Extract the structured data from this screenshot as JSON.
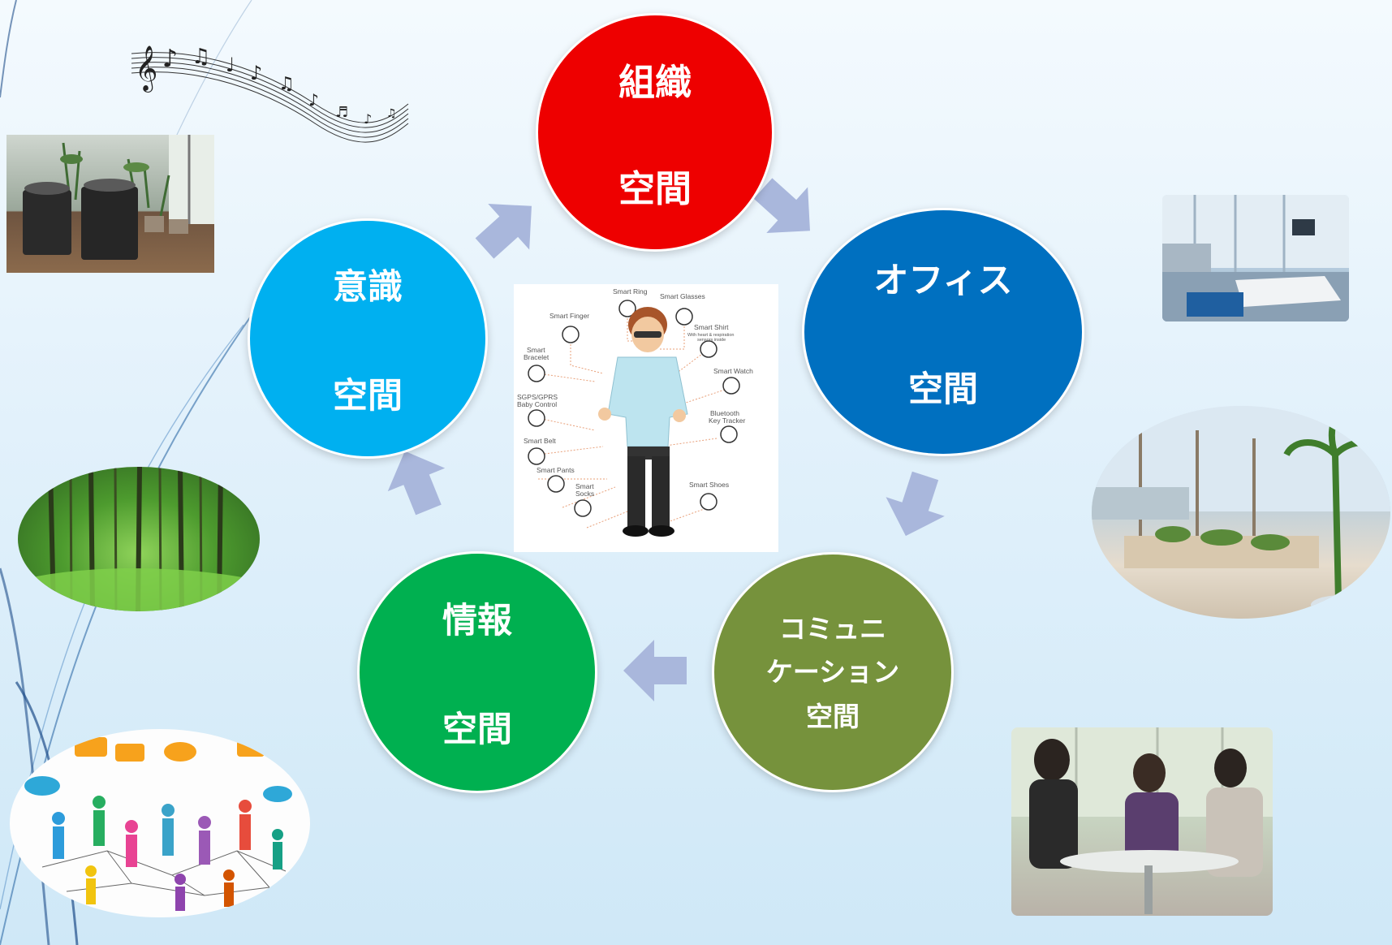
{
  "colors": {
    "organization": "#ee0000",
    "office": "#0070c0",
    "communication": "#76923c",
    "information": "#00b050",
    "consciousness": "#00b0f0",
    "arrow": "#a9b7dc",
    "background": "#e2f1fb"
  },
  "nodes": [
    {
      "id": "organization",
      "line1": "組織",
      "line2": "空間"
    },
    {
      "id": "office",
      "line1": "オフィス",
      "line2": "空間"
    },
    {
      "id": "communication",
      "line1": "コミュニ",
      "line2": "ケーション",
      "line3": "空間"
    },
    {
      "id": "information",
      "line1": "情報",
      "line2": "空間"
    },
    {
      "id": "consciousness",
      "line1": "意識",
      "line2": "空間"
    }
  ],
  "cycle_order": [
    "organization",
    "office",
    "communication",
    "information",
    "consciousness"
  ],
  "center_image": {
    "labels": {
      "smart_ring": "Smart Ring",
      "smart_glasses": "Smart Glasses",
      "smart_finger": "Smart Finger",
      "smart_shirt": "Smart Shirt",
      "smart_shirt_sub1": "With heart & respiration",
      "smart_shirt_sub2": "sensors inside",
      "smart_bracelet_1": "Smart",
      "smart_bracelet_2": "Bracelet",
      "smart_watch": "Smart Watch",
      "sgps_1": "SGPS/GPRS",
      "sgps_2": "Baby Control",
      "bluetooth_1": "Bluetooth",
      "bluetooth_2": "Key Tracker",
      "smart_belt": "Smart Belt",
      "smart_pants": "Smart Pants",
      "smart_shoes": "Smart Shoes",
      "smart_socks_1": "Smart",
      "smart_socks_2": "Socks"
    }
  },
  "side_images": [
    {
      "id": "speakers",
      "icon": "speakers-plants-photo"
    },
    {
      "id": "meeting-room",
      "icon": "meeting-room-photo"
    },
    {
      "id": "lounge",
      "icon": "office-lounge-photo"
    },
    {
      "id": "forest",
      "icon": "forest-photo"
    },
    {
      "id": "network",
      "icon": "people-network-illustration"
    },
    {
      "id": "conversation",
      "icon": "conversation-photo"
    }
  ],
  "decorations": {
    "music": "music-notes-icon"
  }
}
